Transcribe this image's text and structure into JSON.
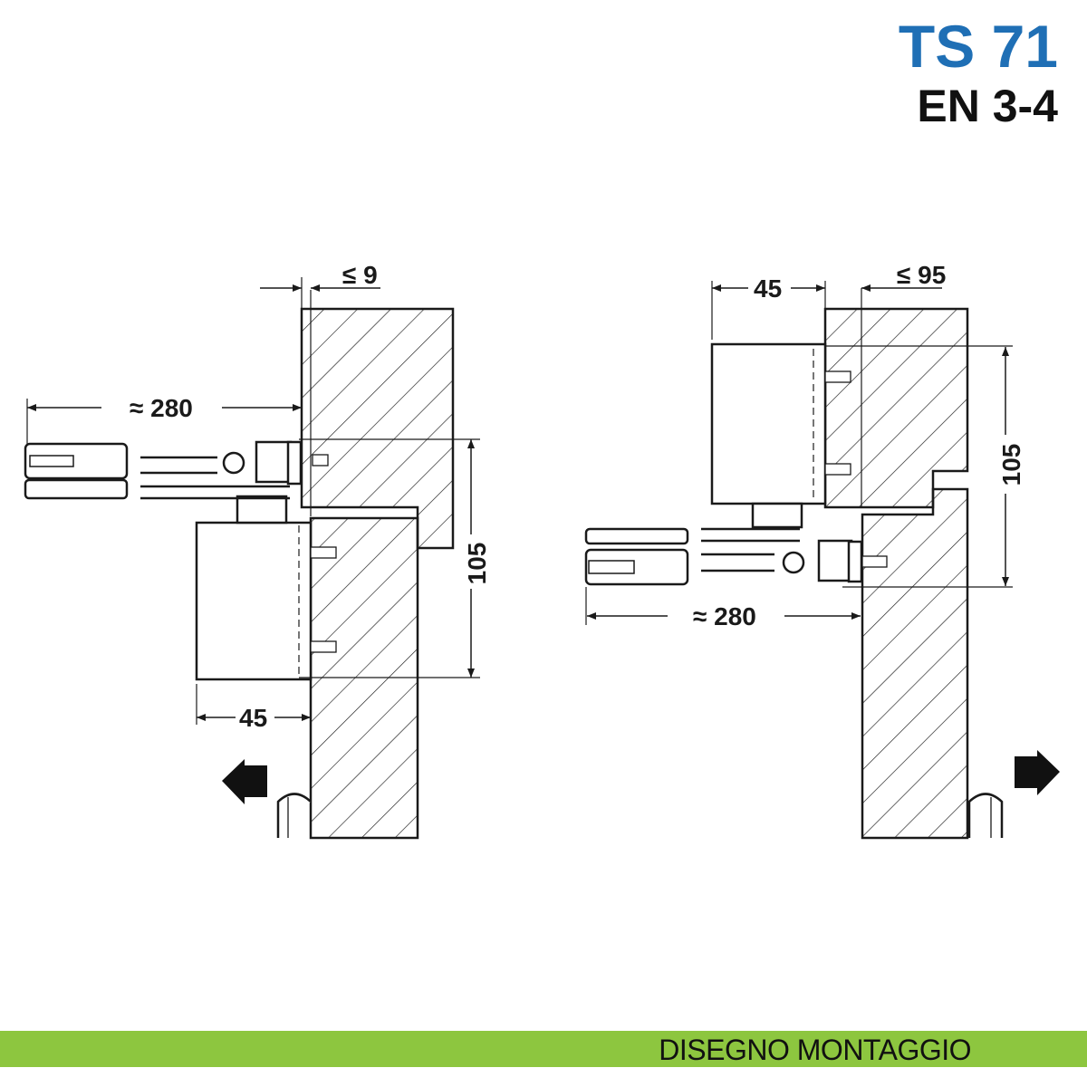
{
  "title": {
    "model": "TS 71",
    "standard": "EN 3-4"
  },
  "left_view": {
    "dim_gap": "≤ 9",
    "dim_arm": "≈ 280",
    "dim_height": "105",
    "dim_depth": "45",
    "direction": "arrow-left-icon"
  },
  "right_view": {
    "dim_depth": "45",
    "dim_gap": "≤ 95",
    "dim_height": "105",
    "dim_arm": "≈ 280",
    "direction": "arrow-right-icon"
  },
  "footer": {
    "label": "DISEGNO MONTAGGIO"
  },
  "colors": {
    "title": "#1f6fb5",
    "footer_bar": "#8dc63f",
    "line": "#1a1a1a"
  }
}
